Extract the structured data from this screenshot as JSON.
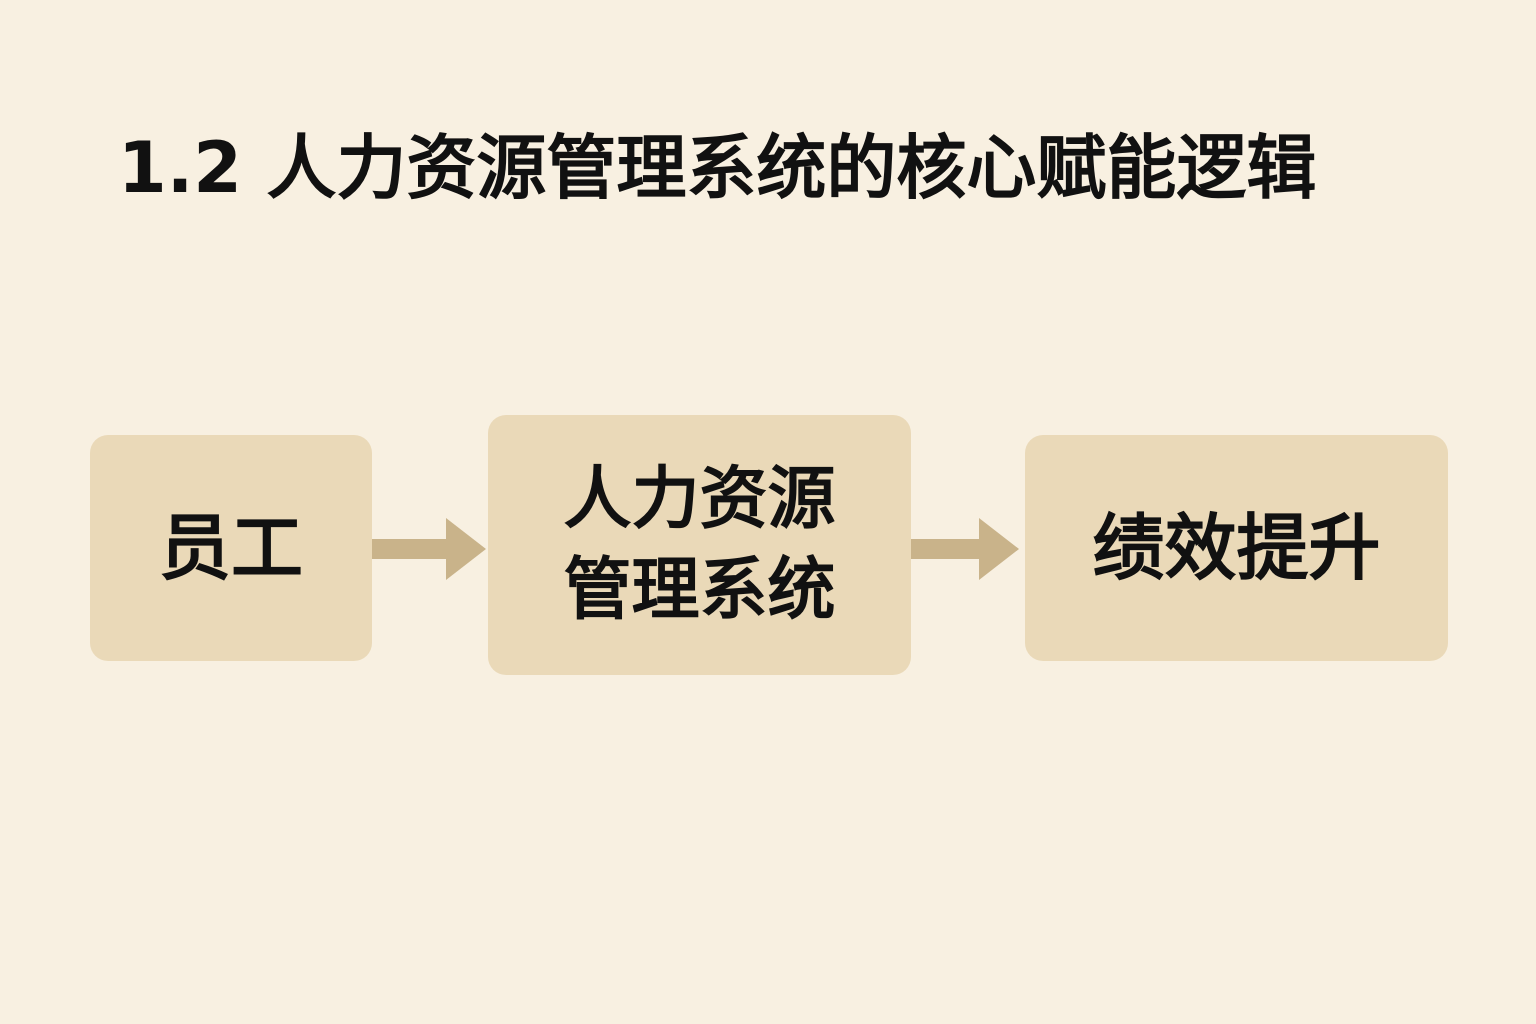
{
  "title": "1.2 人力资源管理系统的核心赋能逻辑",
  "flow": {
    "nodes": [
      {
        "id": "employee",
        "label": "员工"
      },
      {
        "id": "hrms",
        "label": "人力资源\n管理系统"
      },
      {
        "id": "performance",
        "label": "绩效提升"
      }
    ],
    "edges": [
      {
        "from": "employee",
        "to": "hrms"
      },
      {
        "from": "hrms",
        "to": "performance"
      }
    ]
  },
  "colors": {
    "background": "#f8f0e1",
    "box_fill": "#ead9b8",
    "arrow": "#c9b38a",
    "text": "#111111"
  }
}
